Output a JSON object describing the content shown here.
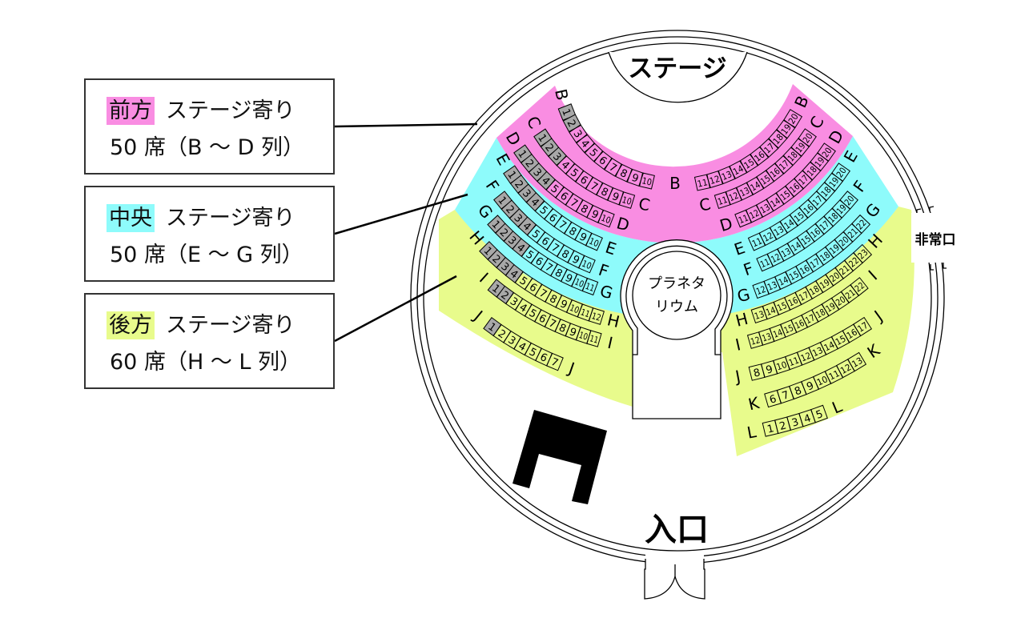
{
  "labels": {
    "stage": "ステージ",
    "planetarium_line1": "プラネタ",
    "planetarium_line2": "リウム",
    "emergency_exit": "非常口",
    "entrance": "入口"
  },
  "legend": [
    {
      "tag": "前方",
      "desc": "ステージ寄り",
      "seats": "50 席（B ～ D 列）",
      "color": "#f98de2"
    },
    {
      "tag": "中央",
      "desc": "ステージ寄り",
      "seats": "50 席（E ～ G 列）",
      "color": "#8efbfb"
    },
    {
      "tag": "後方",
      "desc": "ステージ寄り",
      "seats": "60 席（H ～ L 列）",
      "color": "#e8fb8c"
    }
  ],
  "colors": {
    "front": "#f98de2",
    "middle": "#8efbfb",
    "rear": "#e8fb8c",
    "unavailable_seat": "#a8a8a8"
  },
  "rows": [
    {
      "row": "B",
      "left": {
        "from": 1,
        "to": 10,
        "gray": 2
      },
      "right": {
        "from": 11,
        "to": 20
      }
    },
    {
      "row": "C",
      "left": {
        "from": 1,
        "to": 10,
        "gray": 3
      },
      "right": {
        "from": 11,
        "to": 20
      }
    },
    {
      "row": "D",
      "left": {
        "from": 1,
        "to": 10,
        "gray": 4
      },
      "right": {
        "from": 11,
        "to": 20
      }
    },
    {
      "row": "E",
      "left": {
        "from": 1,
        "to": 10,
        "gray": 4
      },
      "right": {
        "from": 11,
        "to": 20
      }
    },
    {
      "row": "F",
      "left": {
        "from": 1,
        "to": 10,
        "gray": 4
      },
      "right": {
        "from": 11,
        "to": 20
      }
    },
    {
      "row": "G",
      "left": {
        "from": 1,
        "to": 11,
        "gray": 4
      },
      "right": {
        "from": 12,
        "to": 22
      }
    },
    {
      "row": "H",
      "left": {
        "from": 1,
        "to": 12,
        "gray": 4
      },
      "right": {
        "from": 13,
        "to": 23
      }
    },
    {
      "row": "I",
      "left": {
        "from": 1,
        "to": 11,
        "gray": 2
      },
      "right": {
        "from": 12,
        "to": 22
      }
    },
    {
      "row": "J",
      "left": {
        "from": 1,
        "to": 7,
        "gray": 1
      },
      "right": {
        "from": 8,
        "to": 17
      }
    },
    {
      "row": "K",
      "left": null,
      "right": {
        "from": 6,
        "to": 13
      }
    },
    {
      "row": "L",
      "left": null,
      "right": {
        "from": 1,
        "to": 5
      }
    }
  ]
}
